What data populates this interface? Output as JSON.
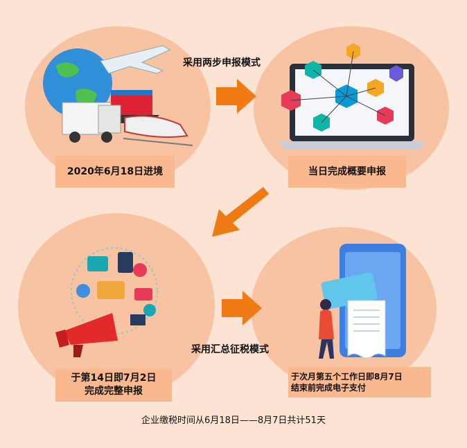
{
  "steps": {
    "step1": "2020年6月18日进境",
    "step2": "当日完成概要申报",
    "step3_line1": "于第14日即7月2日",
    "step3_line2": "完成完整申报",
    "step4_line1": "于次月第五个工作日即8月7日",
    "step4_line2": "结束前完成电子支付"
  },
  "modes": {
    "two_step": "采用两步申报模式",
    "consolidated": "采用汇总征税模式"
  },
  "footer": "企业缴税时间从6月18日——8月7日共计51天",
  "colors": {
    "background": "#fde3d3",
    "circle": "#f8c3a3",
    "label_box": "#f9b88e",
    "arrow": "#f07a14"
  }
}
